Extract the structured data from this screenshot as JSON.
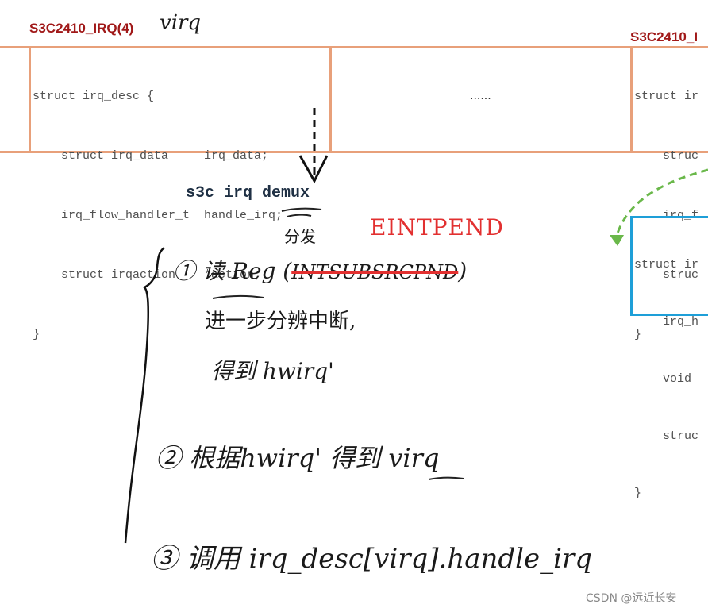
{
  "left_desc": {
    "title": "S3C2410_IRQ(4)",
    "annotation": "virq",
    "lines": [
      "struct irq_desc {",
      "    struct irq_data     irq_data;",
      "    irq_flow_handler_t  handle_irq;",
      "    struct irqaction    *action;",
      "}"
    ]
  },
  "ellipsis": "......",
  "right_desc": {
    "title": "S3C2410_I",
    "lines": [
      "struct ir",
      "    struc",
      "    irq_f",
      "    struc",
      "}"
    ]
  },
  "chip_box": {
    "lines": [
      "struct ir",
      "    irq_h",
      "    void",
      "    struc",
      "}"
    ]
  },
  "demux": {
    "name": "s3c_irq_demux",
    "label": "分发",
    "red_note": "EINTPEND"
  },
  "steps": [
    {
      "num": "①",
      "text": "读 Reg (",
      "struck": "INTSUBSRCPND",
      "close": ")"
    },
    {
      "text": "进一步分辨中断,"
    },
    {
      "text": "得到 hwirq'"
    },
    {
      "num": "②",
      "text": "根据hwirq' 得到 virq"
    },
    {
      "num": "③",
      "text": "调用 irq_desc[virq].handle_irq"
    }
  ],
  "watermark": "CSDN @远近长安",
  "colors": {
    "box": "#e8a07a",
    "title": "#a01818",
    "chip": "#1e9fd8",
    "arrow_green": "#6ab84a",
    "red": "#e23030"
  }
}
